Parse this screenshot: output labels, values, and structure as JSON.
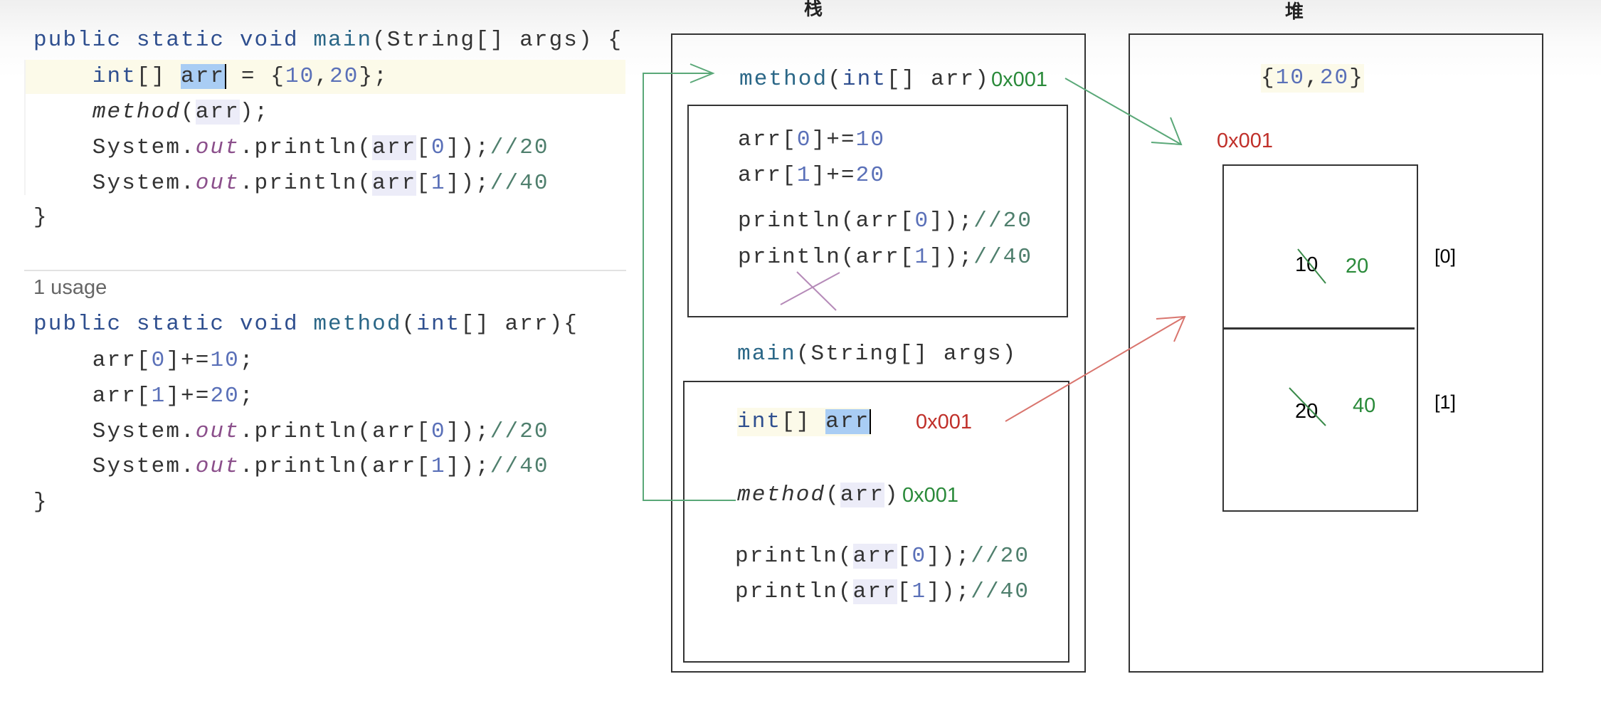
{
  "labels": {
    "stack": "栈",
    "heap": "堆",
    "usage": "1 usage"
  },
  "code_main": [
    [
      [
        "public static void ",
        "k"
      ],
      [
        "main",
        "f"
      ],
      [
        "(String[] args) {",
        "t"
      ]
    ],
    [
      [
        "    ",
        "t"
      ],
      [
        "int",
        "k"
      ],
      [
        "[] ",
        "t"
      ],
      [
        "arr",
        "s"
      ],
      [
        " = {",
        "t"
      ],
      [
        "10",
        "n"
      ],
      [
        ",",
        "t"
      ],
      [
        "20",
        "n"
      ],
      [
        "};",
        "t"
      ]
    ],
    [
      [
        "    ",
        "t"
      ],
      [
        "method",
        "m"
      ],
      [
        "(",
        "t"
      ],
      [
        "arr",
        "h"
      ],
      [
        ");",
        "t"
      ]
    ],
    [
      [
        "    System.",
        "t"
      ],
      [
        "out",
        "o"
      ],
      [
        ".println(",
        "t"
      ],
      [
        "arr",
        "h"
      ],
      [
        "[",
        "t"
      ],
      [
        "0",
        "n"
      ],
      [
        "]);",
        "t"
      ],
      [
        "//20",
        "c"
      ]
    ],
    [
      [
        "    System.",
        "t"
      ],
      [
        "out",
        "o"
      ],
      [
        ".println(",
        "t"
      ],
      [
        "arr",
        "h"
      ],
      [
        "[",
        "t"
      ],
      [
        "1",
        "n"
      ],
      [
        "]);",
        "t"
      ],
      [
        "//40",
        "c"
      ]
    ],
    [
      [
        "}",
        "t"
      ]
    ]
  ],
  "code_method": [
    [
      [
        "public static void ",
        "k"
      ],
      [
        "method",
        "f"
      ],
      [
        "(",
        "t"
      ],
      [
        "int",
        "k"
      ],
      [
        "[] arr){",
        "t"
      ]
    ],
    [
      [
        "    arr[",
        "t"
      ],
      [
        "0",
        "n"
      ],
      [
        "]+=",
        "t"
      ],
      [
        "10",
        "n"
      ],
      [
        ";",
        "t"
      ]
    ],
    [
      [
        "    arr[",
        "t"
      ],
      [
        "1",
        "n"
      ],
      [
        "]+=",
        "t"
      ],
      [
        "20",
        "n"
      ],
      [
        ";",
        "t"
      ]
    ],
    [
      [
        "    System.",
        "t"
      ],
      [
        "out",
        "o"
      ],
      [
        ".println(arr[",
        "t"
      ],
      [
        "0",
        "n"
      ],
      [
        "]);",
        "t"
      ],
      [
        "//20",
        "c"
      ]
    ],
    [
      [
        "    System.",
        "t"
      ],
      [
        "out",
        "o"
      ],
      [
        ".println(arr[",
        "t"
      ],
      [
        "1",
        "n"
      ],
      [
        "]);",
        "t"
      ],
      [
        "//40",
        "c"
      ]
    ],
    [
      [
        "}",
        "t"
      ]
    ]
  ],
  "stack_method": {
    "header": [
      [
        "method",
        "f"
      ],
      [
        "(",
        "t"
      ],
      [
        "int",
        "k"
      ],
      [
        "[] arr)",
        "t"
      ]
    ],
    "address": "0x001",
    "lines": [
      [
        [
          "arr[",
          "t"
        ],
        [
          "0",
          "n"
        ],
        [
          "]+=",
          "t"
        ],
        [
          "10",
          "n"
        ]
      ],
      [
        [
          "arr[",
          "t"
        ],
        [
          "1",
          "n"
        ],
        [
          "]+=",
          "t"
        ],
        [
          "20",
          "n"
        ]
      ],
      [
        [
          "println(arr[",
          "t"
        ],
        [
          "0",
          "n"
        ],
        [
          "]);",
          "t"
        ],
        [
          "//20",
          "c"
        ]
      ],
      [
        [
          "println(arr[",
          "t"
        ],
        [
          "1",
          "n"
        ],
        [
          "]);",
          "t"
        ],
        [
          "//40",
          "c"
        ]
      ]
    ]
  },
  "stack_main": {
    "header": [
      [
        "main",
        "f"
      ],
      [
        "(String[] args)",
        "t"
      ]
    ],
    "decl": [
      [
        "int",
        "k"
      ],
      [
        "[] ",
        "t"
      ],
      [
        "arr",
        "s"
      ]
    ],
    "decl_address": "0x001",
    "call": [
      [
        "method",
        "m"
      ],
      [
        "(",
        "t"
      ],
      [
        "arr",
        "h"
      ],
      [
        ")",
        "t"
      ]
    ],
    "call_address": "0x001",
    "lines": [
      [
        [
          "println(",
          "t"
        ],
        [
          "arr",
          "h"
        ],
        [
          "[",
          "t"
        ],
        [
          "0",
          "n"
        ],
        [
          "]);",
          "t"
        ],
        [
          "//20",
          "c"
        ]
      ],
      [
        [
          "println(",
          "t"
        ],
        [
          "arr",
          "h"
        ],
        [
          "[",
          "t"
        ],
        [
          "1",
          "n"
        ],
        [
          "]);",
          "t"
        ],
        [
          "//40",
          "c"
        ]
      ]
    ]
  },
  "heap": {
    "literal": [
      [
        "{",
        "t"
      ],
      [
        "10",
        "n"
      ],
      [
        ",",
        "t"
      ],
      [
        "20",
        "n"
      ],
      [
        "}",
        "t"
      ]
    ],
    "address": "0x001",
    "cells": [
      {
        "old": "10",
        "new": "20",
        "index": "[0]"
      },
      {
        "old": "20",
        "new": "40",
        "index": "[1]"
      }
    ]
  },
  "colors": {
    "green_arrow": "#5aa878",
    "red_arrow": "#d9756e",
    "cross": "#b58ab8"
  }
}
